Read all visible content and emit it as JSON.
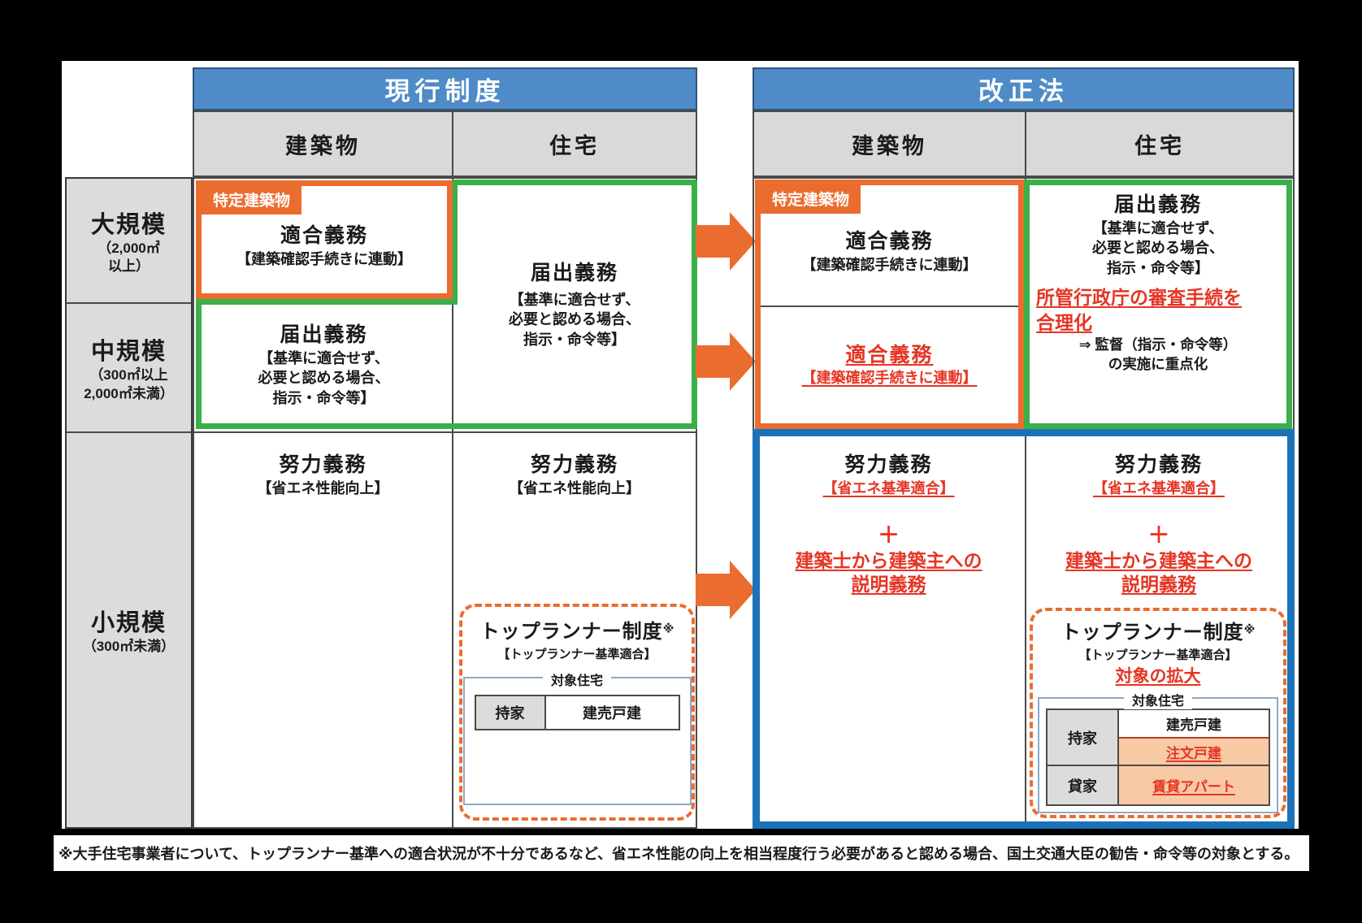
{
  "colors": {
    "header_blue": "#4E8BC8",
    "accent_orange": "#EB6C2F",
    "accent_green": "#3BAF4A",
    "accent_blue_border": "#1B72B8",
    "highlight_red": "#E53524",
    "cell_gray": "#DCDCDC",
    "cell_peach": "#F7C9A4"
  },
  "row_headers": {
    "large": {
      "name": "大規模",
      "size_1": "（2,000㎡",
      "size_2": "以上）"
    },
    "medium": {
      "name": "中規模",
      "size_1": "（300㎡以上",
      "size_2": "2,000㎡未満）"
    },
    "small": {
      "name": "小規模",
      "size_1": "（300㎡未満）"
    }
  },
  "current": {
    "title": "現行制度",
    "col_building": "建築物",
    "col_housing": "住宅",
    "large_building": {
      "tag": "特定建築物",
      "duty": "適合義務",
      "note": "【建築確認手続きに連動】"
    },
    "medium_building": {
      "duty": "届出義務",
      "note_1": "【基準に適合せず、",
      "note_2": "必要と認める場合、",
      "note_3": "指示・命令等】"
    },
    "housing_large_medium": {
      "duty": "届出義務",
      "note_1": "【基準に適合せず、",
      "note_2": "必要と認める場合、",
      "note_3": "指示・命令等】"
    },
    "small_building": {
      "duty": "努力義務",
      "note": "【省エネ性能向上】"
    },
    "small_housing": {
      "duty": "努力義務",
      "note": "【省エネ性能向上】"
    },
    "toprunner": {
      "title": "トップランナー制度",
      "mark": "※",
      "note": "【トップランナー基準適合】",
      "legend": "対象住宅",
      "owned_label": "持家",
      "owned_value": "建売戸建"
    }
  },
  "revised": {
    "title": "改正法",
    "col_building": "建築物",
    "col_housing": "住宅",
    "large_building": {
      "tag": "特定建築物",
      "duty": "適合義務",
      "note": "【建築確認手続きに連動】"
    },
    "medium_building": {
      "duty": "適合義務",
      "note": "【建築確認手続きに連動】"
    },
    "housing_large_medium": {
      "duty": "届出義務",
      "note_1": "【基準に適合せず、",
      "note_2": "必要と認める場合、",
      "note_3": "指示・命令等】",
      "highlight_1": "所管行政庁の審査手続を",
      "highlight_2": "合理化",
      "detail_1": "⇒ 監督（指示・命令等）",
      "detail_2": "の実施に重点化"
    },
    "small_building": {
      "duty": "努力義務",
      "note": "【省エネ基準適合】",
      "plus": "＋",
      "add_1": "建築士から建築主への",
      "add_2": "説明義務"
    },
    "small_housing": {
      "duty": "努力義務",
      "note": "【省エネ基準適合】",
      "plus": "＋",
      "add_1": "建築士から建築主への",
      "add_2": "説明義務"
    },
    "toprunner": {
      "title": "トップランナー制度",
      "mark": "※",
      "note": "【トップランナー基準適合】",
      "expansion": "対象の拡大",
      "legend": "対象住宅",
      "owned_label": "持家",
      "owned_value_1": "建売戸建",
      "owned_value_2": "注文戸建",
      "rental_label": "貸家",
      "rental_value": "賃貸アパート"
    }
  },
  "footnote": "※大手住宅事業者について、トップランナー基準への適合状況が不十分であるなど、省エネ性能の向上を相当程度行う必要があると認める場合、国土交通大臣の勧告・命令等の対象とする。"
}
